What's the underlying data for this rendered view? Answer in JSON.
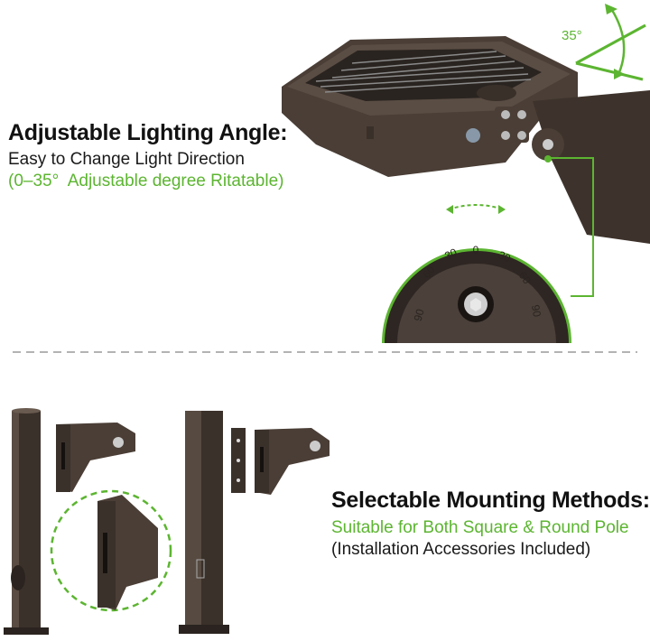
{
  "top_section": {
    "heading": "Adjustable Lighting Angle:",
    "subtitle": "Easy to Change Light Direction",
    "note": "(0–35°  Adjustable degree Ritatable)",
    "angle_label": "35°",
    "dial_marks": [
      "90",
      "60",
      "30",
      "0",
      "30",
      "60",
      "90"
    ]
  },
  "bottom_section": {
    "heading": "Selectable Mounting Methods:",
    "subtitle": "Suitable for Both Square & Round Pole",
    "note": "(Installation Accessories Included)"
  },
  "colors": {
    "accent": "#5cb531",
    "product": "#4a3e36",
    "divider": "#9a9a9a"
  }
}
